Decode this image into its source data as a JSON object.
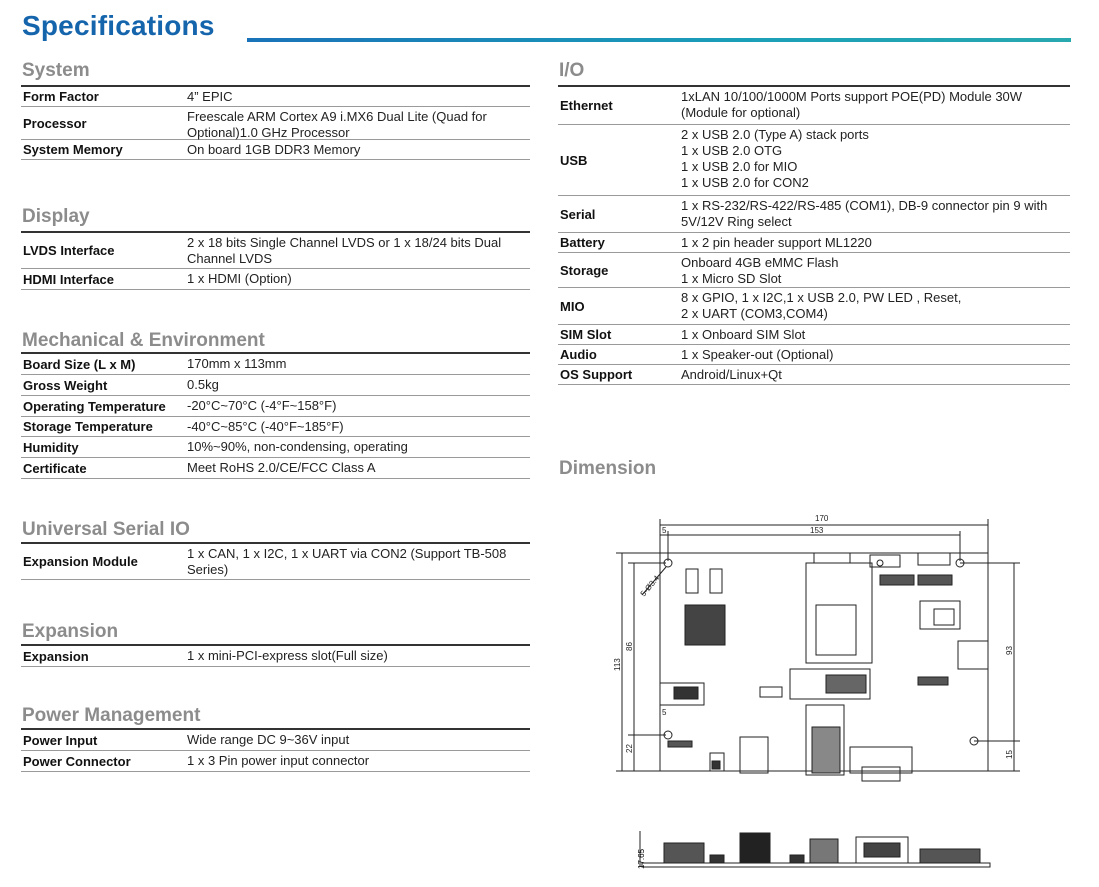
{
  "title": "Specifications",
  "sections": {
    "system": {
      "title": "System",
      "rows": [
        {
          "k": "Form Factor",
          "v": "4” EPIC"
        },
        {
          "k": "Processor",
          "v": "Freescale ARM Cortex A9 i.MX6 Dual Lite (Quad for Optional)1.0 GHz Processor"
        },
        {
          "k": "System Memory",
          "v": "On board 1GB DDR3 Memory"
        }
      ]
    },
    "display": {
      "title": "Display",
      "rows": [
        {
          "k": "LVDS Interface",
          "v": "2 x 18 bits Single Channel LVDS or 1 x 18/24 bits Dual Channel LVDS"
        },
        {
          "k": "HDMI Interface",
          "v": "1 x HDMI (Option)"
        }
      ]
    },
    "mechanical": {
      "title": "Mechanical & Environment",
      "rows": [
        {
          "k": "Board Size (L x M)",
          "v": "170mm x 113mm"
        },
        {
          "k": "Gross Weight",
          "v": "0.5kg"
        },
        {
          "k": "Operating Temperature",
          "v": "-20°C~70°C (-4°F~158°F)"
        },
        {
          "k": "Storage Temperature",
          "v": "-40°C~85°C (-40°F~185°F)"
        },
        {
          "k": "Humidity",
          "v": "10%~90%, non-condensing, operating"
        },
        {
          "k": "Certificate",
          "v": "Meet RoHS 2.0/CE/FCC Class A"
        }
      ]
    },
    "usio": {
      "title": "Universal Serial IO",
      "rows": [
        {
          "k": "Expansion Module",
          "v": "1 x CAN, 1 x I2C, 1 x UART via CON2 (Support TB-508 Series)"
        }
      ]
    },
    "expansion": {
      "title": "Expansion",
      "rows": [
        {
          "k": "Expansion",
          "v": "1 x mini-PCI-express slot(Full size)"
        }
      ]
    },
    "power": {
      "title": "Power Management",
      "rows": [
        {
          "k": "Power Input",
          "v": "Wide range DC 9~36V input"
        },
        {
          "k": "Power Connector",
          "v": "1 x 3 Pin power input connector"
        }
      ]
    },
    "io": {
      "title": "I/O",
      "rows": [
        {
          "k": "Ethernet",
          "v": "1xLAN 10/100/1000M Ports support POE(PD) Module 30W (Module for optional)"
        },
        {
          "k": "USB",
          "v": "2 x USB 2.0 (Type A) stack ports\n1 x USB 2.0 OTG\n1 x USB 2.0 for MIO\n1 x USB 2.0 for CON2"
        },
        {
          "k": "Serial",
          "v": "1 x RS-232/RS-422/RS-485 (COM1), DB-9 connector pin 9 with 5V/12V Ring select"
        },
        {
          "k": "Battery",
          "v": "1 x 2 pin header support ML1220"
        },
        {
          "k": "Storage",
          "v": "Onboard 4GB eMMC Flash\n1 x Micro SD Slot"
        },
        {
          "k": "MIO",
          "v": "8 x GPIO, 1 x I2C,1 x USB 2.0, PW LED , Reset,\n2 x UART (COM3,COM4)"
        },
        {
          "k": "SIM Slot",
          "v": "1 x Onboard SIM Slot"
        },
        {
          "k": "Audio",
          "v": "1 x Speaker-out (Optional)"
        },
        {
          "k": "OS Support",
          "v": "Android/Linux+Qt"
        }
      ]
    },
    "dimension": {
      "title": "Dimension"
    }
  },
  "dimension_labels": {
    "d170": "170",
    "d153": "153",
    "d5a": "5",
    "d5b": "5",
    "d113": "113",
    "d86": "86",
    "d22": "22",
    "d93": "93",
    "d15": "15",
    "hole": "5-Ø3.4",
    "d1765": "17.65"
  }
}
